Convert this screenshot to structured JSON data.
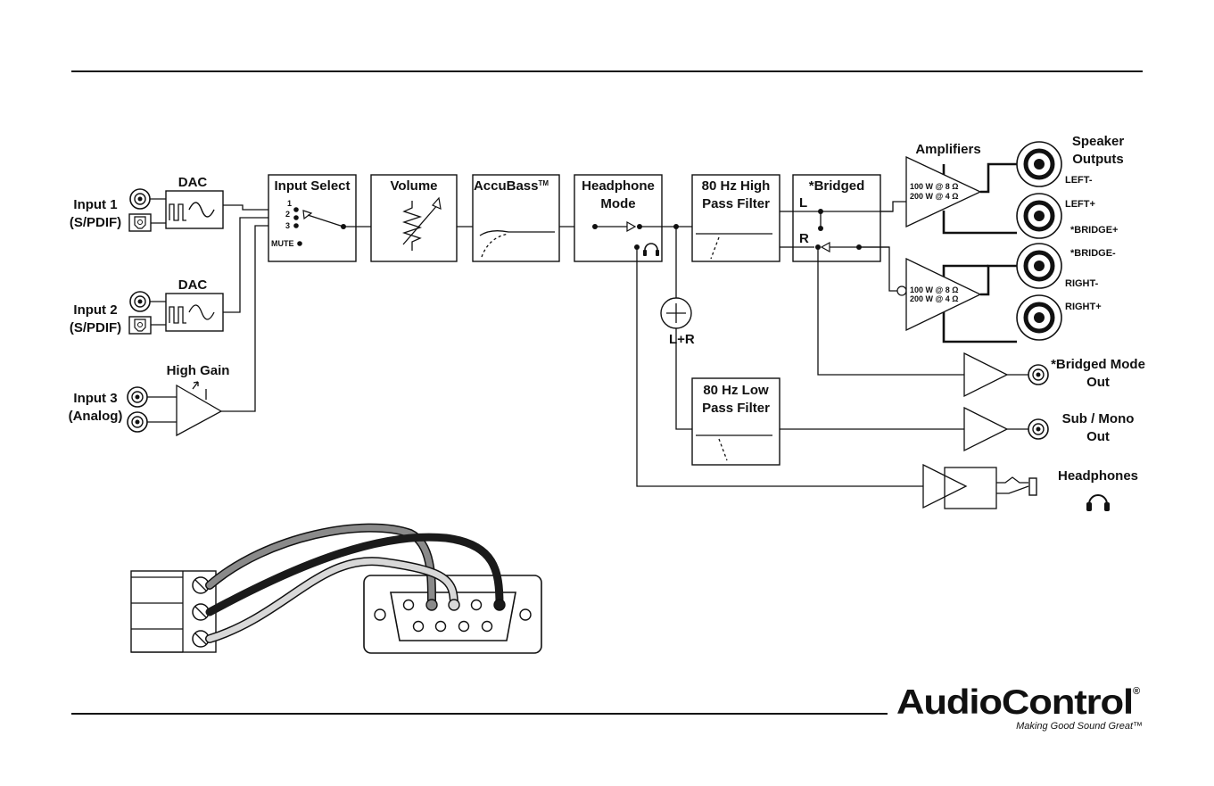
{
  "blocks": {
    "input_select": "Input Select",
    "input_select_pos": [
      "1",
      "2",
      "3"
    ],
    "mute": "MUTE",
    "volume": "Volume",
    "accubass": "AccuBass",
    "accubass_tm": "TM",
    "headphone_mode": [
      "Headphone",
      "Mode"
    ],
    "hpf": [
      "80 Hz High",
      "Pass Filter"
    ],
    "bridged": "*Bridged",
    "bridged_l": "L",
    "bridged_r": "R",
    "lpf": [
      "80 Hz Low",
      "Pass Filter"
    ],
    "dac1": "DAC",
    "dac2": "DAC",
    "high_gain": "High Gain",
    "amplifiers": "Amplifiers",
    "amp_spec": [
      "100 W @ 8 Ω",
      "200 W @ 4 Ω"
    ],
    "sum": "L+R"
  },
  "inputs": {
    "input1": [
      "Input 1",
      "(S/PDIF)"
    ],
    "input2": [
      "Input 2",
      "(S/PDIF)"
    ],
    "input3": [
      "Input 3",
      "(Analog)"
    ]
  },
  "outputs": {
    "speaker": [
      "Speaker",
      "Outputs"
    ],
    "terminals": [
      "LEFT-",
      "LEFT+",
      "*BRIDGE+",
      "*BRIDGE-",
      "RIGHT-",
      "RIGHT+"
    ],
    "bridged_mode": [
      "*Bridged Mode",
      "Out"
    ],
    "sub_mono": [
      "Sub / Mono",
      "Out"
    ],
    "headphones": "Headphones"
  },
  "logo": {
    "name": "AudioControl",
    "registered": "®",
    "tagline": "Making Good Sound Great™"
  },
  "icons": [
    "rca-jack-icon",
    "optical-jack-icon",
    "headphones-icon",
    "screw-terminal-icon",
    "db9-connector-icon",
    "potentiometer-icon"
  ],
  "colors": {
    "line": "#111111",
    "wire_black": "#1a1a1a",
    "wire_gray": "#8a8a8a",
    "wire_light": "#d8d8d8"
  }
}
